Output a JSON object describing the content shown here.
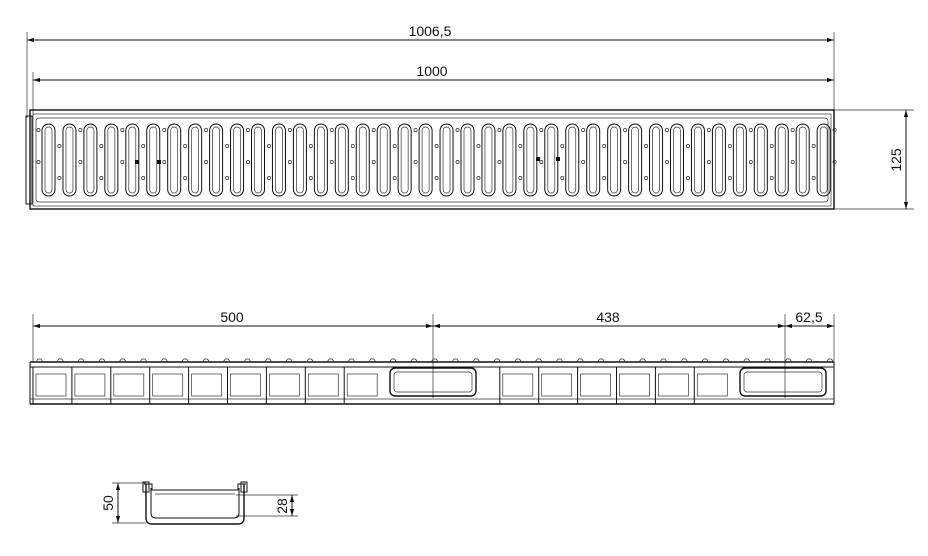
{
  "dimensions": {
    "overall_length": "1006,5",
    "grate_length": "1000",
    "width": "125",
    "segment_left": "500",
    "segment_mid": "438",
    "segment_right": "62,5",
    "section_height": "50",
    "inner_depth": "28"
  },
  "colors": {
    "line": "#111111",
    "background": "#ffffff"
  }
}
